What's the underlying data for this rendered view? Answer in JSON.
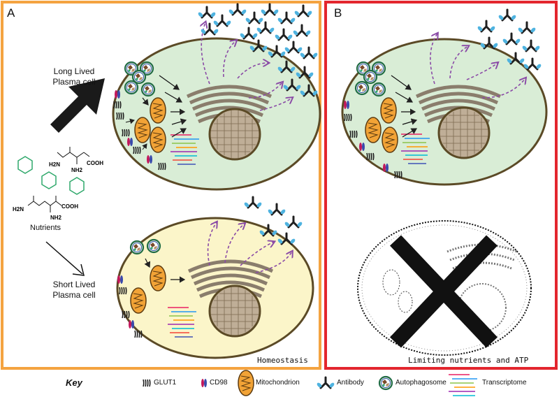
{
  "panels": {
    "a": {
      "letter": "A",
      "caption": "Homeostasis",
      "border_color": "#f4a340"
    },
    "b": {
      "letter": "B",
      "caption": "Limiting nutrients and ATP",
      "border_color": "#e3262e"
    }
  },
  "labels": {
    "long_lived": [
      "Long Lived",
      "Plasma cell"
    ],
    "short_lived": [
      "Short Lived",
      "Plasma cell"
    ],
    "nutrients": "Nutrients"
  },
  "chemistry": {
    "h2n": "H2N",
    "nh2": "NH2",
    "cooh": "COOH"
  },
  "key": {
    "title": "Key",
    "items": [
      "GLUT1",
      "CD98",
      "Mitochondrion",
      "Antibody",
      "Autophagosome",
      "Transcriptome"
    ]
  },
  "colors": {
    "healthy_cell_fill": "#d9edd6",
    "short_lived_fill": "#fbf5c9",
    "cell_border": "#5b4a26",
    "mitochondrion": "#f2a336",
    "antibody_heavy": "#1f1f1f",
    "antibody_light": "#4fb3e0",
    "secretion_arrow": "#8a4aa6",
    "nutrient_hexagon": "#2fa86b",
    "er_golgi": "#8a7d6c",
    "nucleus": "#bfae97"
  }
}
